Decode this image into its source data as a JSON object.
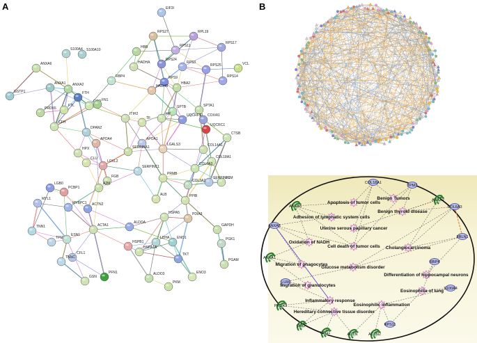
{
  "panels": [
    {
      "letter": "A"
    },
    {
      "letter": "B"
    },
    {
      "letter": "C"
    }
  ],
  "panel_a": {
    "nodes": [
      {
        "id": "EIF3I",
        "color": "#a9c6e8"
      },
      {
        "id": "RPL19",
        "color": "#b8a0d8"
      },
      {
        "id": "RPS17",
        "color": "#9fa8e0"
      },
      {
        "id": "VCL",
        "color": "#c8e08c"
      },
      {
        "id": "RPS27",
        "color": "#d7c0a0"
      },
      {
        "id": "RPS11",
        "color": "#c3b0e3"
      },
      {
        "id": "RPS14",
        "color": "#a0a8e8"
      },
      {
        "id": "RPS24",
        "color": "#8d93d8"
      },
      {
        "id": "RPS25",
        "color": "#9aa0e6"
      },
      {
        "id": "RPS3",
        "color": "#a7b4e8"
      },
      {
        "id": "RPS9",
        "color": "#7e8ee0"
      },
      {
        "id": "HBB",
        "color": "#b7d9a1"
      },
      {
        "id": "HADHA",
        "color": "#cfe0b5"
      },
      {
        "id": "HADHB",
        "color": "#e6c4a9"
      },
      {
        "id": "HBA2",
        "color": "#c2dca6"
      },
      {
        "id": "S100A4",
        "color": "#b0d4d0"
      },
      {
        "id": "S100A10",
        "color": "#a8d0ce"
      },
      {
        "id": "ANXA6",
        "color": "#c8dfb0"
      },
      {
        "id": "RBP4",
        "color": "#c0e4cf"
      },
      {
        "id": "ANXA1",
        "color": "#9ec9c4"
      },
      {
        "id": "ANXA2",
        "color": "#b1d7a2"
      },
      {
        "id": "FTH",
        "color": "#5a7fc0"
      },
      {
        "id": "GSTP1",
        "color": "#9fcbd3"
      },
      {
        "id": "FTL",
        "color": "#cde3a8"
      },
      {
        "id": "GOD",
        "color": "#cfe6b5"
      },
      {
        "id": "FN1",
        "color": "#a7cf8f"
      },
      {
        "id": "PRDX6",
        "color": "#bcd9a5"
      },
      {
        "id": "SPTB",
        "color": "#b8e3b8"
      },
      {
        "id": "SPTA1",
        "color": "#c7ddb0"
      },
      {
        "id": "HP",
        "color": "#cfe4b5"
      },
      {
        "id": "UQCRFS1",
        "color": "#8e9bdf"
      },
      {
        "id": "COX4I1",
        "color": "#9aa4dd"
      },
      {
        "id": "UQCRC1",
        "color": "#d64545"
      },
      {
        "id": "CFH",
        "color": "#cfe3b3"
      },
      {
        "id": "CTSB",
        "color": "#cde4b8"
      },
      {
        "id": "DPAN2",
        "color": "#aed0d9"
      },
      {
        "id": "ITIH2",
        "color": "#cfe1b4"
      },
      {
        "id": "TF",
        "color": "#d3e3b0"
      },
      {
        "id": "APOA1",
        "color": "#b7c8ea"
      },
      {
        "id": "LGALS3",
        "color": "#e8d2b5"
      },
      {
        "id": "COL14A1",
        "color": "#cde0b2"
      },
      {
        "id": "COL18A1",
        "color": "#d2e5b5"
      },
      {
        "id": "HPX",
        "color": "#cfe1b3"
      },
      {
        "id": "APOA4",
        "color": "#ddb7a5"
      },
      {
        "id": "CLU",
        "color": "#d9e5b0"
      },
      {
        "id": "SERPINA1",
        "color": "#c8dfa8"
      },
      {
        "id": "SERPINC1",
        "color": "#b8d8e4"
      },
      {
        "id": "COL6A3",
        "color": "#cce4b3"
      },
      {
        "id": "LUM",
        "color": "#cfe2b5"
      },
      {
        "id": "SERPINH1",
        "color": "#b7cbe8"
      },
      {
        "id": "LOXL2",
        "color": "#e0a8a8"
      },
      {
        "id": "FGB",
        "color": "#cfe1b3"
      },
      {
        "id": "PRMB",
        "color": "#d3e3b0"
      },
      {
        "id": "COL3A2",
        "color": "#c0dcc4"
      },
      {
        "id": "LGB0",
        "color": "#8c9ce2"
      },
      {
        "id": "PCBP1",
        "color": "#e0a0a0"
      },
      {
        "id": "A2M",
        "color": "#c9dfae"
      },
      {
        "id": "PPIB",
        "color": "#d3e4b3"
      },
      {
        "id": "MYL1",
        "color": "#b0c0e8"
      },
      {
        "id": "MYBPC1",
        "color": "#a0b5e8"
      },
      {
        "id": "ACTN2",
        "color": "#8fa5e0"
      },
      {
        "id": "ALB",
        "color": "#d4e3b0"
      },
      {
        "id": "HSPA5",
        "color": "#cfe3b5"
      },
      {
        "id": "PDIA3",
        "color": "#dcc8a8"
      },
      {
        "id": "TNN1",
        "color": "#b5d8e4"
      },
      {
        "id": "TPM1",
        "color": "#bcd4e6"
      },
      {
        "id": "ESN1",
        "color": "#c1e0d3"
      },
      {
        "id": "ACTA1",
        "color": "#cfe0b5"
      },
      {
        "id": "ALDOA",
        "color": "#9aaee6"
      },
      {
        "id": "GAPDH",
        "color": "#c9dfae"
      },
      {
        "id": "LDHA",
        "color": "#b4d6d6"
      },
      {
        "id": "ENO1",
        "color": "#9fcfcf"
      },
      {
        "id": "PGK1",
        "color": "#c0dcc8"
      },
      {
        "id": "CFL1",
        "color": "#b6c6e8"
      },
      {
        "id": "TNNC",
        "color": "#bfd8e8"
      },
      {
        "id": "HSPB1",
        "color": "#e8a8a8"
      },
      {
        "id": "HSPA1A",
        "color": "#cfe3b3"
      },
      {
        "id": "TKT",
        "color": "#8fa5e0"
      },
      {
        "id": "PGAM",
        "color": "#c8e0b2"
      },
      {
        "id": "PFN1",
        "color": "#3fa040"
      },
      {
        "id": "GSN",
        "color": "#cfe3b5"
      },
      {
        "id": "ALDO3",
        "color": "#c3dfb1"
      },
      {
        "id": "PKM",
        "color": "#c8e2a8"
      },
      {
        "id": "ENO3",
        "color": "#d7e7b5"
      }
    ]
  },
  "panel_c": {
    "diseases": [
      "Benign Tumors",
      "Apoptosis of tumor cells",
      "Benign thyroid disease",
      "Adhesion of lymphatic system cells",
      "Uterine serous papillary cancer",
      "Oxidation of NADH",
      "Cell death of tumor cells",
      "Cholangiocarcinoma",
      "Migration of phagocytes",
      "Glucose metabolism disorder",
      "Differentiation of hippocampal neurons",
      "Migration of granulocytes",
      "Eosinophilia of lung",
      "Inflammatory response",
      "Eosinophilic inflammation",
      "Hereditary connective tissue disorder"
    ],
    "genes": [
      "ANXA6",
      "COL18A1",
      "TPM1",
      "ANXA2",
      "COL6A3",
      "ANXA6",
      "FBLN1",
      "ANXA1",
      "RBP4",
      "LUM",
      "S100A4",
      "PRDX3",
      "ORO",
      "HPG1",
      "ACTN",
      "ACTN2",
      "RPS11"
    ]
  }
}
